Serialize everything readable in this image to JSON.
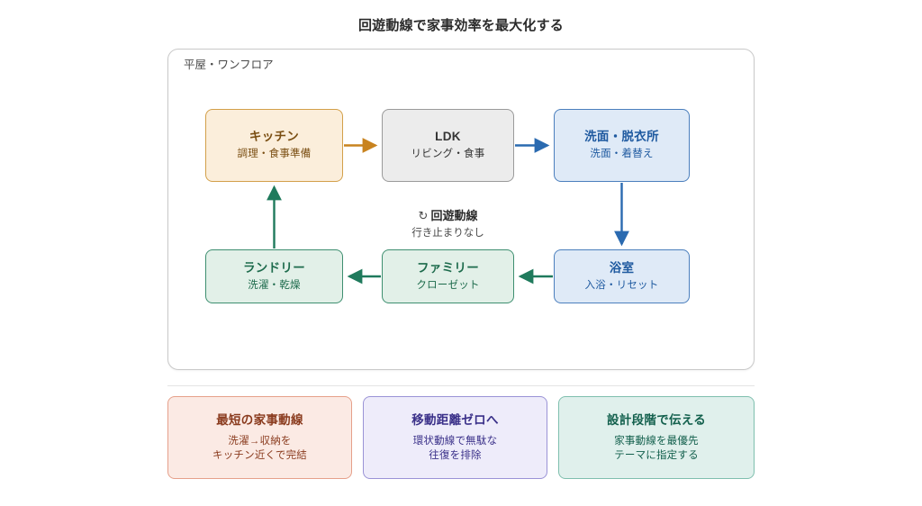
{
  "title": "回遊動線で家事効率を最大化する",
  "floor": {
    "label": "平屋・ワンフロア"
  },
  "nodes": [
    {
      "id": "kitchen",
      "name": "キッチン",
      "sub": "調理・食事準備",
      "color": "#d3a04a",
      "bg": "#fbeedb",
      "text": "#7a4e12"
    },
    {
      "id": "ldk",
      "name": "LDK",
      "sub": "リビング・食事",
      "color": "#9a9a9a",
      "bg": "#ececec",
      "text": "#343434"
    },
    {
      "id": "washroom",
      "name": "洗面・脱衣所",
      "sub": "洗面・着替え",
      "color": "#4b7fbd",
      "bg": "#dfeaf7",
      "text": "#1f5aa0"
    },
    {
      "id": "bath",
      "name": "浴室",
      "sub": "入浴・リセット",
      "color": "#4b7fbd",
      "bg": "#dfeaf7",
      "text": "#1f5aa0"
    },
    {
      "id": "closet",
      "name": "ファミリー",
      "sub": "クローゼット",
      "color": "#3e8f70",
      "bg": "#e2f0e8",
      "text": "#1d6b4c"
    },
    {
      "id": "laundry",
      "name": "ランドリー",
      "sub": "洗濯・乾燥",
      "color": "#3e8f70",
      "bg": "#e2f0e8",
      "text": "#1d6b4c"
    }
  ],
  "loop_note": {
    "icon": "↻",
    "icon_name": "circular-arrow-icon",
    "title": "回遊動線",
    "sub": "行き止まりなし"
  },
  "arrows": [
    {
      "from": "kitchen",
      "to": "ldk",
      "direction": "right",
      "color": "#c8831f"
    },
    {
      "from": "ldk",
      "to": "washroom",
      "direction": "right",
      "color": "#2a6ab0"
    },
    {
      "from": "washroom",
      "to": "bath",
      "direction": "down",
      "color": "#2a6ab0"
    },
    {
      "from": "bath",
      "to": "closet",
      "direction": "left",
      "color": "#1f7a5c"
    },
    {
      "from": "closet",
      "to": "laundry",
      "direction": "left",
      "color": "#1f7a5c"
    },
    {
      "from": "laundry",
      "to": "kitchen",
      "direction": "up",
      "color": "#1f7a5c"
    }
  ],
  "cards": [
    {
      "id": "c1",
      "title": "最短の家事動線",
      "line1": "洗濯→収納を",
      "line2": "キッチン近くで完結",
      "bg": "#fbeae4",
      "border": "#e6a08a",
      "text": "#8a3b1e"
    },
    {
      "id": "c2",
      "title": "移動距離ゼロへ",
      "line1": "環状動線で無駄な",
      "line2": "往復を排除",
      "bg": "#eeecfa",
      "border": "#9a93d6",
      "text": "#3a3089"
    },
    {
      "id": "c3",
      "title": "設計段階で伝える",
      "line1": "家事動線を最優先",
      "line2": "テーマに指定する",
      "bg": "#e0f0ec",
      "border": "#7fbfae",
      "text": "#13604d"
    }
  ]
}
